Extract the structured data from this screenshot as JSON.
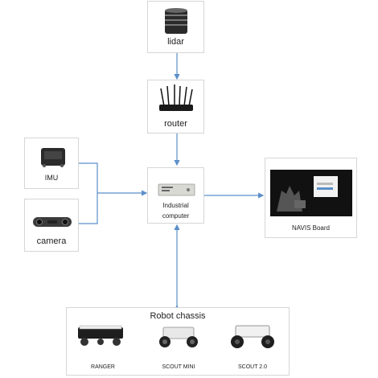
{
  "nodes": {
    "lidar": {
      "label": "lidar"
    },
    "router": {
      "label": "router"
    },
    "imu": {
      "label": "IMU"
    },
    "camera": {
      "label": "camera"
    },
    "industrial_computer": {
      "label_line1": "Industrial",
      "label_line2": "computer"
    },
    "navis_board": {
      "label": "NAVIS Board"
    },
    "robot_chassis": {
      "title": "Robot chassis",
      "items": [
        {
          "label": "RANGER"
        },
        {
          "label": "SCOUT MINI"
        },
        {
          "label": "SCOUT 2.0"
        }
      ]
    }
  },
  "colors": {
    "arrow": "#5b8fc9",
    "border": "#d6d6d6"
  }
}
